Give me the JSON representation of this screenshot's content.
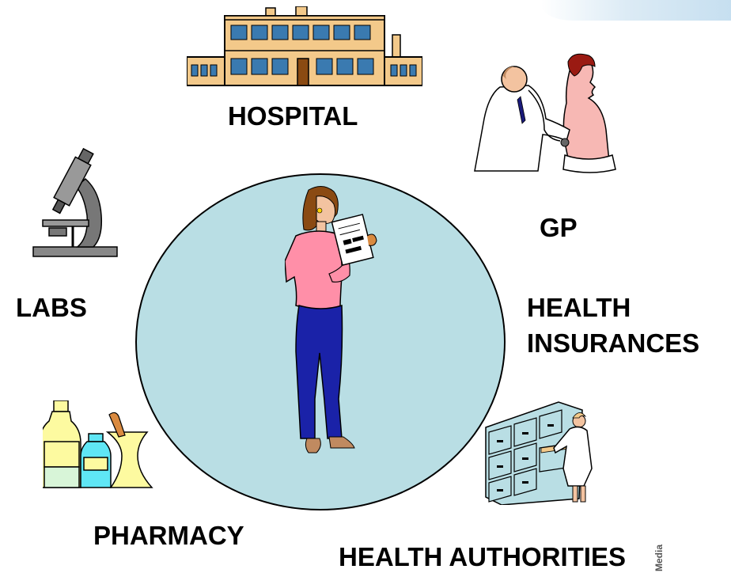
{
  "labels": {
    "hospital": "HOSPITAL",
    "gp": "GP",
    "labs": "LABS",
    "insurances_line1": "HEALTH",
    "insurances_line2": "INSURANCES",
    "pharmacy": "PHARMACY",
    "authorities": "HEALTH AUTHORITIES"
  },
  "watermark": "Media",
  "icons": {
    "hospital": "hospital-building-icon",
    "doctor": "doctor-with-stethoscope-icon",
    "microscope": "microscope-icon",
    "pharmacy": "medicine-bottles-icon",
    "records": "filing-cabinet-icon",
    "patient": "patient-woman-icon"
  },
  "colors": {
    "circle_fill": "#b9dee4",
    "building": "#f3c98a",
    "window": "#3a7ab0",
    "shirt": "#ff8fa8",
    "trousers": "#1a22a8",
    "pharmacy_yellow": "#fdfaa0",
    "pharmacy_cyan": "#5fe6f5",
    "cabinet": "#b9dee4"
  }
}
